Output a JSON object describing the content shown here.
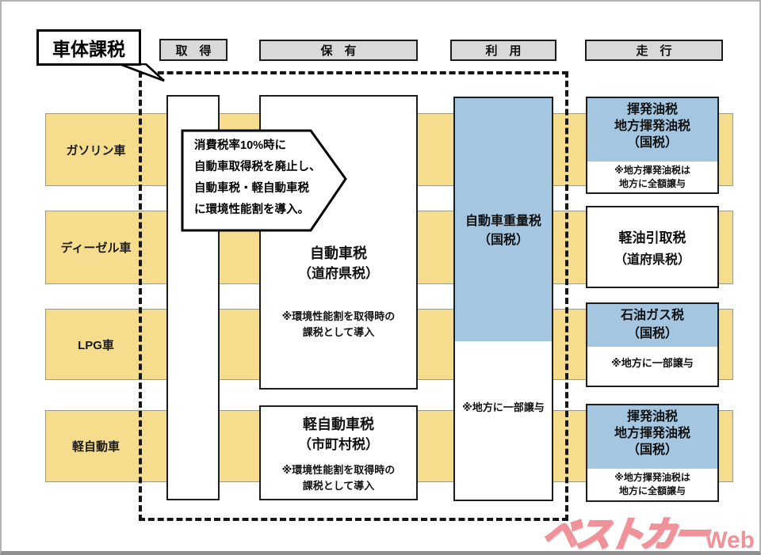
{
  "title_label": "車体課税",
  "stage_headers": [
    {
      "id": "acquisition",
      "label": "取　得"
    },
    {
      "id": "ownership",
      "label": "保　有"
    },
    {
      "id": "usage",
      "label": "利　用"
    },
    {
      "id": "running",
      "label": "走　行"
    }
  ],
  "vehicle_rows": [
    {
      "label": "ガソリン車"
    },
    {
      "label": "ディーゼル車"
    },
    {
      "label": "LPG車"
    },
    {
      "label": "軽自動車"
    }
  ],
  "callout": {
    "lines": [
      "消費税率10%時に",
      "自動車取得税を廃止し、",
      "自動車税・軽自動車税",
      "に環境性能割を導入。"
    ]
  },
  "boxes": {
    "automobile_tax": {
      "title": "自動車税",
      "subtitle": "（道府県税）",
      "note_lines": [
        "※環境性能割を取得時の",
        "課税として導入"
      ]
    },
    "kei_tax": {
      "title": "軽自動車税",
      "subtitle": "（市町村税）",
      "note_lines": [
        "※環境性能割を取得時の",
        "課税として導入"
      ]
    },
    "weight_tax": {
      "title": "自動車重量税",
      "subtitle": "（国税）",
      "note": "※地方に一部譲与"
    },
    "gasoline_fuel_top": {
      "lines": [
        "揮発油税",
        "地方揮発油税",
        "（国税）"
      ],
      "note_lines": [
        "※地方揮発油税は",
        "地方に全額譲与"
      ]
    },
    "diesel_fuel": {
      "lines": [
        "軽油引取税",
        "（道府県税）"
      ]
    },
    "lpg_fuel": {
      "lines": [
        "石油ガス税",
        "（国税）"
      ],
      "note": "※地方に一部譲与"
    },
    "gasoline_fuel_bottom": {
      "lines": [
        "揮発油税",
        "地方揮発油税",
        "（国税）"
      ],
      "note_lines": [
        "※地方揮発油税は",
        "地方に全額譲与"
      ]
    }
  },
  "watermark": {
    "main": "ベストカー",
    "sub": "Web"
  },
  "colors": {
    "yellow": "#f6dd8d",
    "blue": "#a4c6e1",
    "header_gray": "#d9d9d9",
    "pink": "#f0929a",
    "pink_light": "#f8c8cc"
  }
}
